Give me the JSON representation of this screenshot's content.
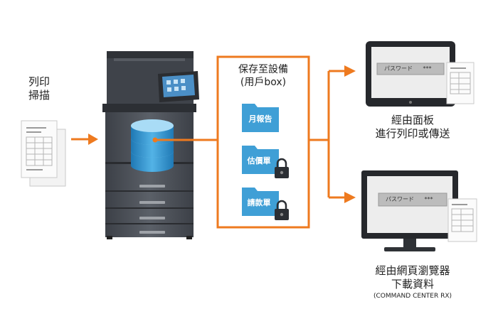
{
  "input": {
    "label_line1": "列印",
    "label_line2": "掃描"
  },
  "storage": {
    "title_line1": "保存至設備",
    "title_line2": "(用戶box)",
    "folders": [
      {
        "label": "月報告",
        "locked": false
      },
      {
        "label": "估價單",
        "locked": true
      },
      {
        "label": "請款單",
        "locked": true
      }
    ]
  },
  "panel_output": {
    "password_label": "パスワード",
    "password_mask": "***",
    "caption_line1": "經由面板",
    "caption_line2": "進行列印或傳送"
  },
  "web_output": {
    "password_label": "パスワード",
    "password_mask": "***",
    "caption_line1": "經由網頁瀏覽器",
    "caption_line2": "下載資料",
    "caption_line3": "(COMMAND CENTER RX)"
  },
  "colors": {
    "accent": "#ee7a1f",
    "folder": "#3f9fd6",
    "database": "#2f8fc9",
    "printer": "#4d5159"
  },
  "icons": [
    "document-icon",
    "printer-icon",
    "database-icon",
    "folder-icon",
    "lock-icon",
    "tablet-icon",
    "monitor-icon"
  ]
}
